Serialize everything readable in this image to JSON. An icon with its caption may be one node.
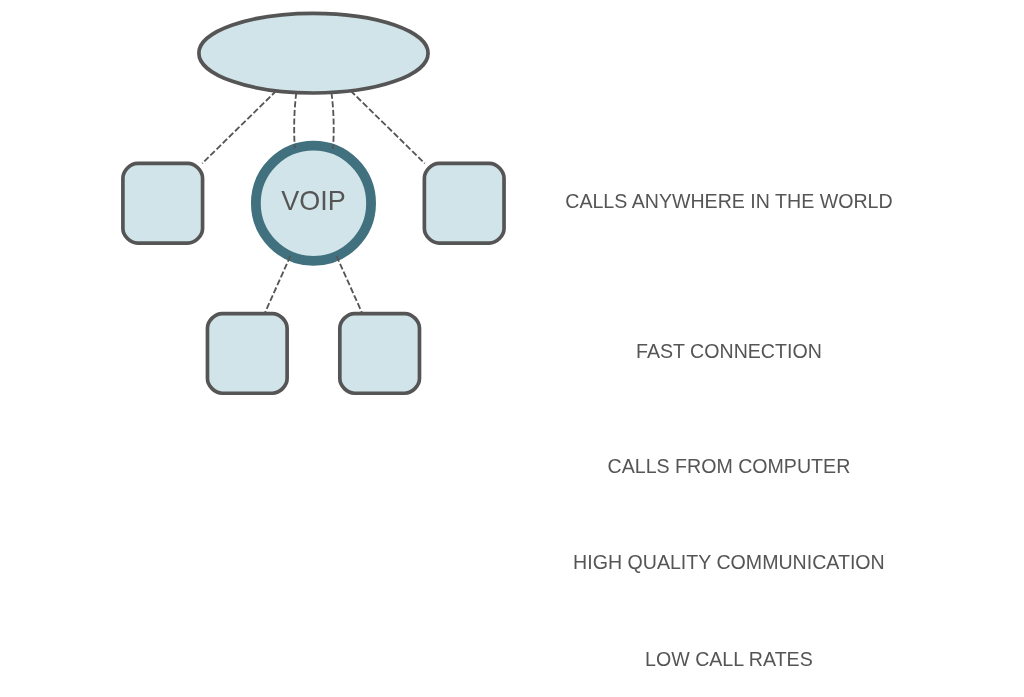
{
  "diagram": {
    "nodes": [
      {
        "text": [],
        "shape": "cloud"
      },
      {
        "text": [],
        "shape": "box"
      },
      {
        "text": [
          "VOIP"
        ]
      },
      {
        "text": [],
        "shape": "box"
      },
      {
        "text": [],
        "shape": "box"
      },
      {
        "text": [],
        "shape": "box"
      }
    ],
    "edges": [
      {
        "from": 0,
        "to": 1,
        "arrow": "none",
        "style": "dashed"
      },
      {
        "from": 0,
        "to": 2,
        "arrow": "none",
        "style": "dashed"
      },
      {
        "from": 0,
        "to": 2,
        "arrow": "none",
        "style": "dashed"
      },
      {
        "from": 0,
        "to": 3,
        "arrow": "none",
        "style": "dashed"
      },
      {
        "from": 2,
        "to": 4,
        "arrow": "none",
        "style": "dashed"
      },
      {
        "from": 2,
        "to": 5,
        "arrow": "none",
        "style": "dashed"
      }
    ],
    "labels": [
      "CALLS ANYWHERE IN THE WORLD",
      "FAST CONNECTION",
      "CALLS FROM COMPUTER",
      "HIGH QUALITY COMMUNICATION",
      "LOW CALL RATES"
    ]
  }
}
